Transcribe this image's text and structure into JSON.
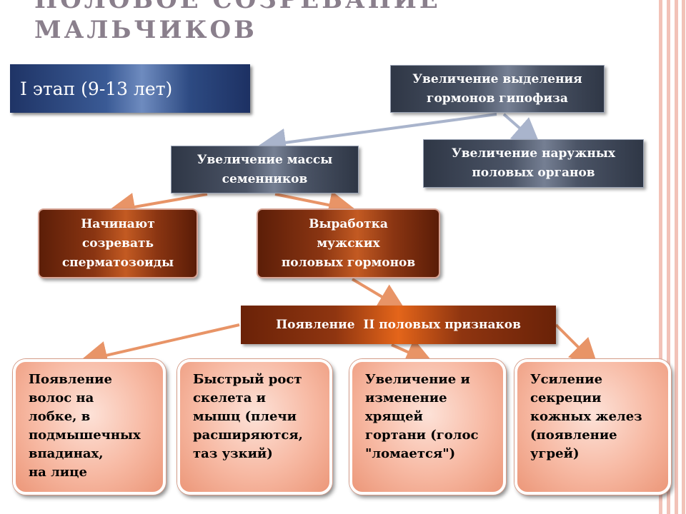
{
  "title": {
    "line1": "ПОЛОВОЕ СОЗРЕВАНИЕ",
    "line2": "МАЛЬЧИКОВ"
  },
  "stage": "I этап (9-13 лет)",
  "nodes": {
    "hormones": "Увеличение выделения\nгормонов гипофиза",
    "testes": "Увеличение массы\nсеменников",
    "external": "Увеличение наружных\nполовых органов",
    "sperm": "Начинают\nсозревать\nсперматозоиды",
    "male_hormones": "Выработка\nмужских\nполовых гормонов",
    "secondary": "Появление  II половых признаков",
    "hair": "Появление\nволос на\nлобке, в\nподмышечных\nвпадинах,\nна лице",
    "growth": "Быстрый рост\nскелета и\nмышц (плечи\nрасширяются,\nтаз узкий)",
    "larynx": "Увеличение и\nизменение\nхрящей\nгортани (голос\n\"ломается\")",
    "glands": "Усиление\nсекреции\nкожных желез\n(появление\nугрей)"
  },
  "colors": {
    "slate": "#4b5466",
    "rust": "#8a3512",
    "peach": "#f7b9a3",
    "arrow_gray": "#a9b4cc",
    "arrow_orange": "#e89467"
  }
}
